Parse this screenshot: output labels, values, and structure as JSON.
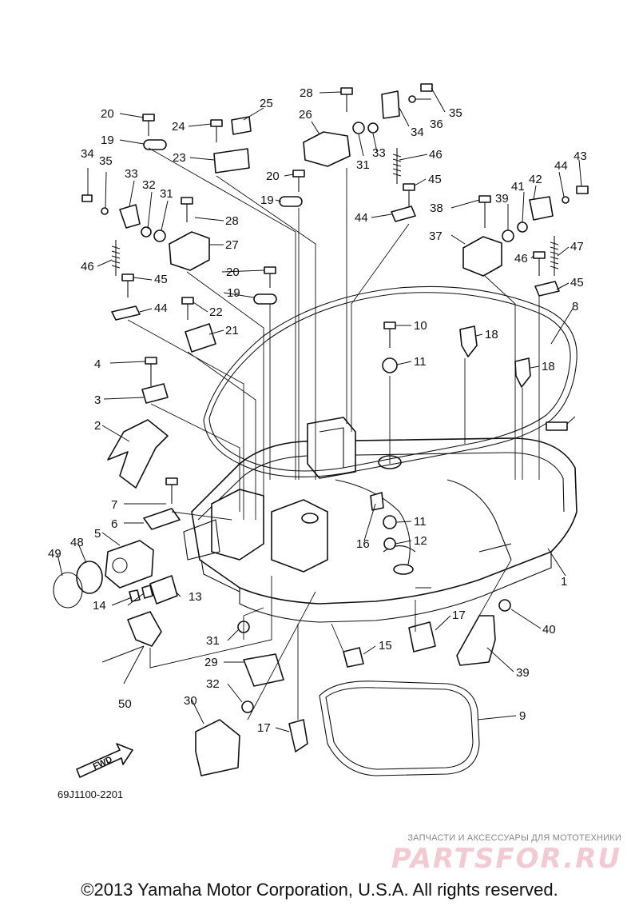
{
  "diagram": {
    "callouts": [
      "1",
      "2",
      "3",
      "4",
      "5",
      "6",
      "7",
      "8",
      "9",
      "10",
      "11",
      "11",
      "12",
      "13",
      "14",
      "15",
      "16",
      "17",
      "17",
      "18",
      "18",
      "19",
      "19",
      "19",
      "20",
      "20",
      "20",
      "21",
      "22",
      "23",
      "24",
      "25",
      "26",
      "27",
      "28",
      "28",
      "29",
      "30",
      "31",
      "31",
      "31",
      "32",
      "32",
      "33",
      "33",
      "34",
      "34",
      "35",
      "35",
      "36",
      "37",
      "38",
      "39",
      "39",
      "40",
      "41",
      "42",
      "43",
      "44",
      "44",
      "44",
      "45",
      "45",
      "45",
      "46",
      "46",
      "46",
      "47",
      "48",
      "49",
      "50"
    ],
    "fwd_label": "FWD",
    "drawing_code": "69J1100-2201"
  },
  "watermark": {
    "tagline": "ЗАПЧАСТИ И АКСЕССУАРЫ ДЛЯ МОТОТЕХНИКИ",
    "logo_text": "PARTSFOR.RU"
  },
  "copyright": "©2013 Yamaha Motor Corporation, U.S.A. All rights reserved."
}
